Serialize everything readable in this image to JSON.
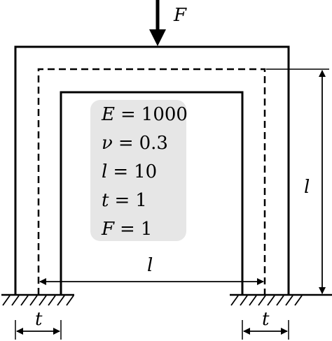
{
  "load": {
    "label": "F"
  },
  "parameters": {
    "items": [
      {
        "symbol": "E",
        "value": "1000"
      },
      {
        "symbol": "ν",
        "value": "0.3"
      },
      {
        "symbol": "l",
        "value": "10"
      },
      {
        "symbol": "t",
        "value": "1"
      },
      {
        "symbol": "F",
        "value": "1"
      }
    ],
    "equals_sign": "=",
    "box_color": "#e6e6e6"
  },
  "dimensions": {
    "height_label": "l",
    "width_label": "l",
    "left_thickness_label": "t",
    "right_thickness_label": "t"
  },
  "colors": {
    "line": "#000000",
    "background": "#ffffff"
  }
}
